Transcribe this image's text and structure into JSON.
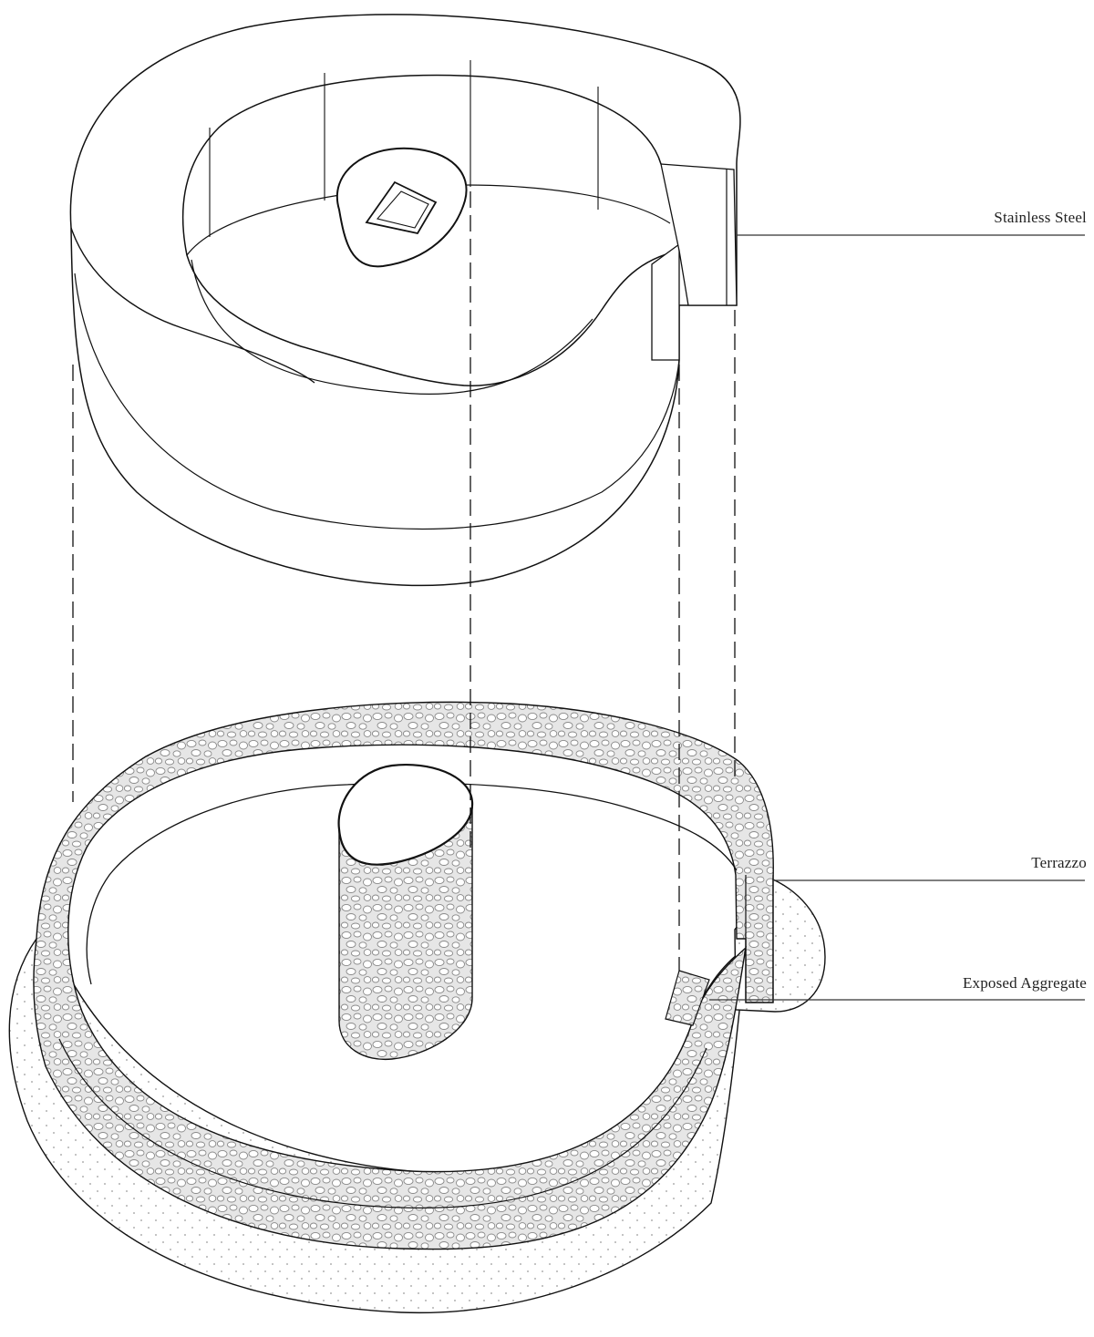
{
  "labels": {
    "stainless_steel": "Stainless Steel",
    "terrazzo": "Terrazzo",
    "exposed_aggregate": "Exposed Aggregate"
  },
  "colors": {
    "line": "#111111",
    "leader": "#333333",
    "terrazzo_fill": "#e6e6e6",
    "aggregate_dots": "#9a9a9a",
    "background": "#ffffff"
  }
}
